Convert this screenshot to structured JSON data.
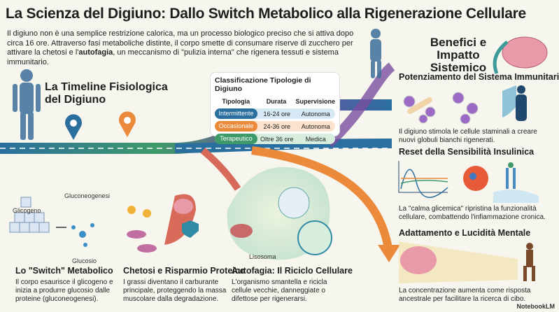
{
  "title": "La Scienza del Digiuno: Dallo Switch Metabolico alla Rigenerazione Cellulare",
  "intro": {
    "pre": "Il digiuno non è una semplice restrizione calorica, ma un processo biologico preciso che si attiva dopo circa 16 ore. Attraverso fasi metaboliche distinte, il corpo smette di consumare riserve di zucchero per attivare la chetosi e l'",
    "bold": "autofagia",
    "post": ", un meccanismo di \"pulizia interna\" che rigenera tessuti e sistema immunitario."
  },
  "timeline_title": "La Timeline Fisiologica del Digiuno",
  "table": {
    "title": "Classificazione Tipologie di Digiuno",
    "headers": [
      "Tipologia",
      "Durata",
      "Supervisione"
    ],
    "rows": [
      {
        "type": "Intermittente",
        "duration": "16-24 ore",
        "supervision": "Autonoma",
        "color": "#2a6f9e",
        "bg": "#d6e8f3"
      },
      {
        "type": "Occasionale",
        "duration": "24-36 ore",
        "supervision": "Autonoma",
        "color": "#ea8a3a",
        "bg": "#fbe2cc"
      },
      {
        "type": "Terapeutico",
        "duration": "Oltre 36 ore",
        "supervision": "Medica",
        "color": "#3f9a6a",
        "bg": "#d7eedf"
      }
    ]
  },
  "labels": {
    "gluconeogenesi": "Gluconeogenesi",
    "glicogeno": "Glicogeno",
    "glucosio": "Glucosio",
    "lisosoma": "Lisosoma"
  },
  "phases": [
    {
      "title": "Lo \"Switch\" Metabolico",
      "text": "Il corpo esaurisce il glicogeno e inizia a produrre glucosio dalle proteine (gluconeogenesi)."
    },
    {
      "title": "Chetosi e Risparmio Proteico",
      "text": "I grassi diventano il carburante principale, proteggendo la massa muscolare dalla degradazione."
    },
    {
      "title": "Autofagia: Il Riciclo Cellulare",
      "text": "L'organismo smantella e ricicla cellule vecchie, danneggiate o difettose per rigenerarsi."
    }
  ],
  "benefits_title": "Benefici e Impatto Sistemico",
  "benefits": [
    {
      "title": "Potenziamento del Sistema Immunitario",
      "text": "Il digiuno stimola le cellule staminali a creare nuovi globuli bianchi rigenerati."
    },
    {
      "title": "Reset della Sensibilità Insulinica",
      "text": "La \"calma glicemica\" ripristina la funzionalità cellulare, combattendo l'infiammazione cronica."
    },
    {
      "title": "Adattamento e Lucidità Mentale",
      "text": "La concentrazione aumenta come risposta ancestrale per facilitare la ricerca di cibo."
    }
  ],
  "badge": "NotebookLM",
  "colors": {
    "blue": "#2a6f9e",
    "orange": "#ea8a3a",
    "green": "#3f9a6a",
    "purple": "#7a4fa0"
  }
}
